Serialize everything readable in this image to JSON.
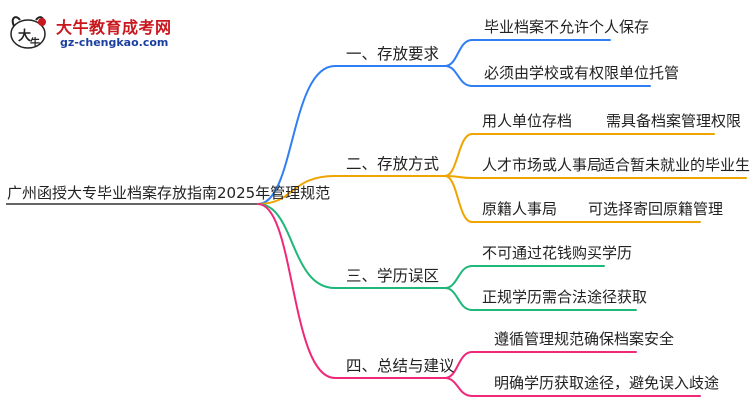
{
  "logo": {
    "brand_cn": "大牛教育成考网",
    "url": "gz-chengkao.com",
    "mark_text": "大牛"
  },
  "colors": {
    "blue": "#2f7ff3",
    "orange": "#f0a400",
    "green": "#1fb879",
    "pink": "#f0287a"
  },
  "root": {
    "label": "广州函授大专毕业档案存放指南2025年管理规范"
  },
  "branches": [
    {
      "label": "一、存放要求",
      "children": [
        {
          "label": "毕业档案不允许个人保存"
        },
        {
          "label": "必须由学校或有权限单位托管"
        }
      ]
    },
    {
      "label": "二、存放方式",
      "children": [
        {
          "label": "用人单位存档",
          "child": "需具备档案管理权限"
        },
        {
          "label": "人才市场或人事局",
          "child": "适合暂未就业的毕业生"
        },
        {
          "label": "原籍人事局",
          "child": "可选择寄回原籍管理"
        }
      ]
    },
    {
      "label": "三、学历误区",
      "children": [
        {
          "label": "不可通过花钱购买学历"
        },
        {
          "label": "正规学历需合法途径获取"
        }
      ]
    },
    {
      "label": "四、总结与建议",
      "children": [
        {
          "label": "遵循管理规范确保档案安全"
        },
        {
          "label": "明确学历获取途径，避免误入歧途"
        }
      ]
    }
  ]
}
